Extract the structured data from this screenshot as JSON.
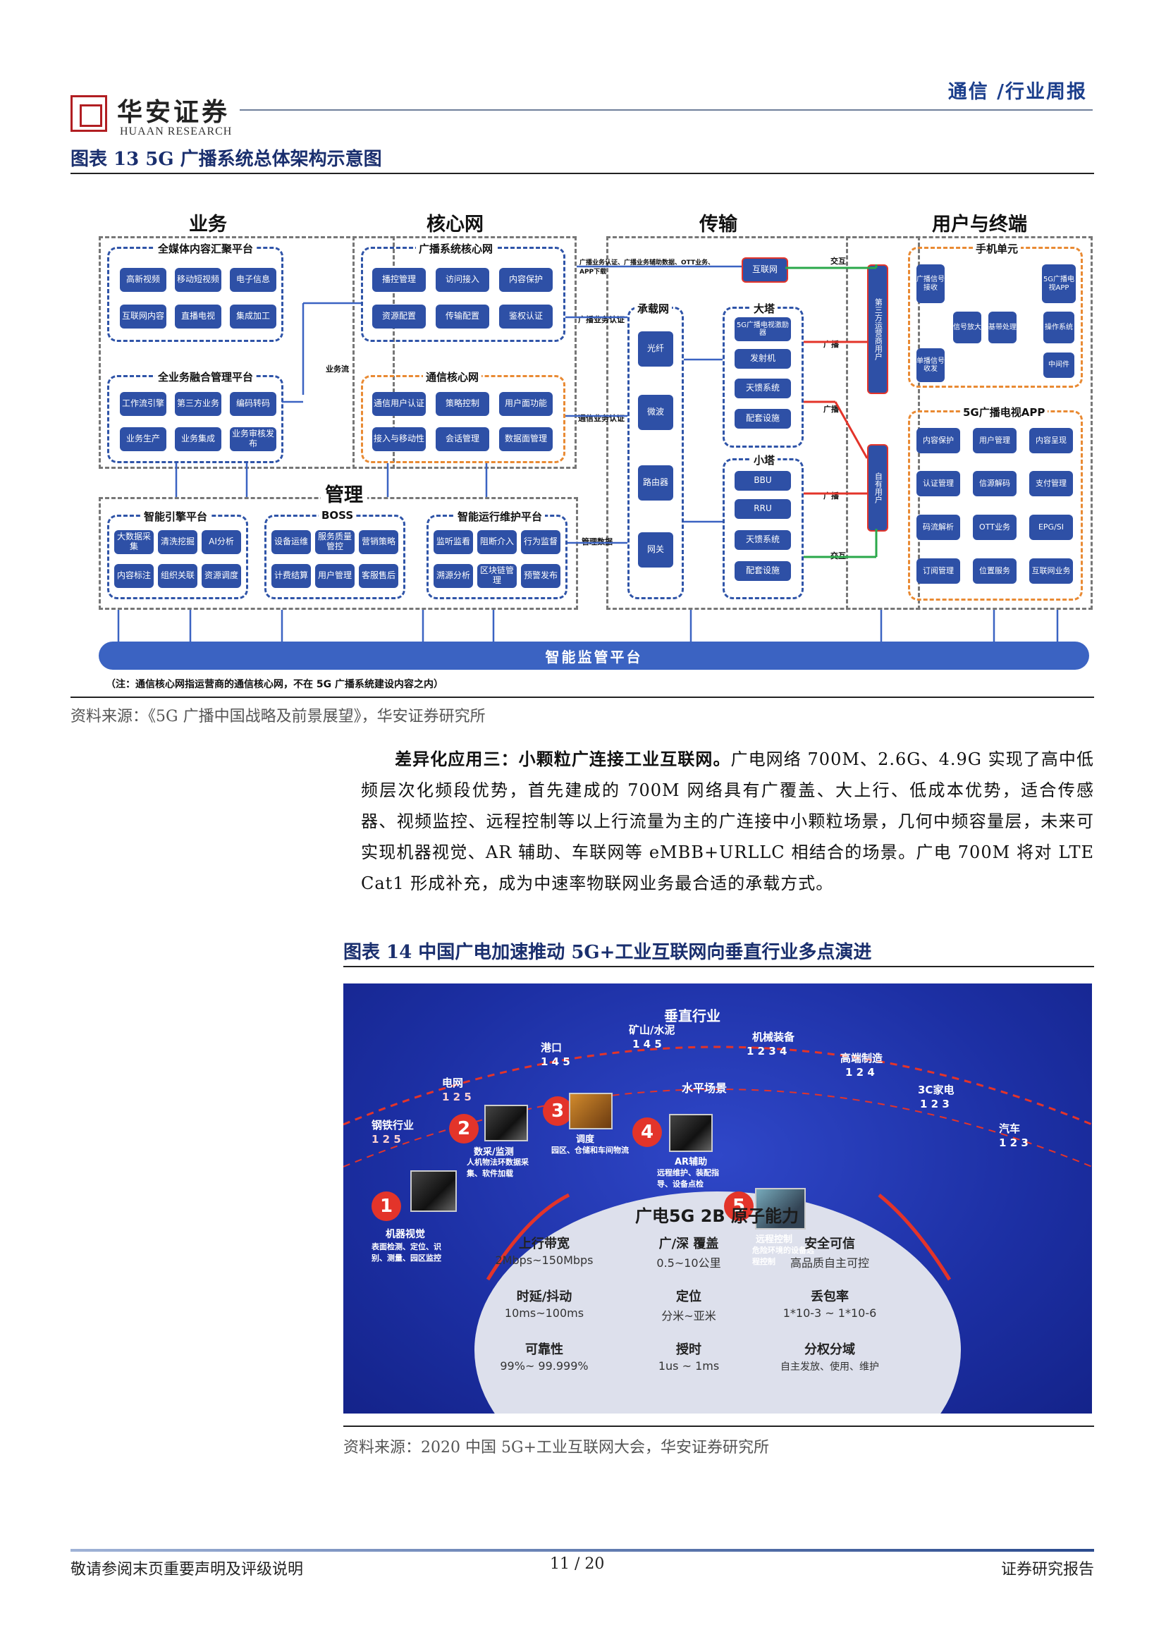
{
  "header": {
    "logo_cn": "华安证券",
    "logo_en": "HUAAN RESEARCH",
    "category": "通信 /行业周报"
  },
  "figure13": {
    "title": "图表 13 5G 广播系统总体架构示意图",
    "sections": [
      "业务",
      "核心网",
      "传输",
      "用户与终端"
    ],
    "mgmt_label": "管理",
    "groups": {
      "media": {
        "title": "全媒体内容汇聚平台",
        "items": [
          "高新视频",
          "移动短视频",
          "电子信息",
          "互联网内容",
          "直播电视",
          "集成加工"
        ]
      },
      "biz": {
        "title": "全业务融合管理平台",
        "items": [
          "工作流引擎",
          "第三方业务",
          "编码转码",
          "业务生产",
          "业务集成",
          "业务审核发布"
        ]
      },
      "bcore": {
        "title": "广播系统核心网",
        "items": [
          "播控管理",
          "访问接入",
          "内容保护",
          "资源配置",
          "传输配置",
          "鉴权认证"
        ]
      },
      "tcore": {
        "title": "通信核心网",
        "items": [
          "通信用户认证",
          "策略控制",
          "用户面功能",
          "接入与移动性",
          "会话管理",
          "数据面管理"
        ]
      },
      "engine": {
        "title": "智能引擎平台",
        "items": [
          "大数据采集",
          "清洗挖掘",
          "AI分析",
          "内容标注",
          "组织关联",
          "资源调度"
        ]
      },
      "boss": {
        "title": "BOSS",
        "items": [
          "设备运维",
          "服务质量管控",
          "营销策略",
          "计费结算",
          "用户管理",
          "客服售后"
        ]
      },
      "ops": {
        "title": "智能运行维护平台",
        "items": [
          "监听监看",
          "阻断介入",
          "行为监督",
          "溯源分析",
          "区块链管理",
          "预警发布"
        ]
      },
      "carrier": {
        "title": "承载网",
        "items": [
          "光纤",
          "微波",
          "路由器",
          "网关"
        ]
      },
      "bigtower": {
        "title": "大塔",
        "items": [
          "5G广播电视激励器",
          "发射机",
          "天馈系统",
          "配套设施"
        ]
      },
      "smalltower": {
        "title": "小塔",
        "items": [
          "BBU",
          "RRU",
          "天馈系统",
          "配套设施"
        ]
      },
      "phone": {
        "title": "手机单元",
        "items": [
          "广播信号接收",
          "5G广播电视APP",
          "信号放大",
          "基带处理",
          "操作系统",
          "单播信号收发",
          "中间件"
        ]
      },
      "app": {
        "title": "5G广播电视APP",
        "items": [
          "内容保护",
          "用户管理",
          "内容呈现",
          "认证管理",
          "信源解码",
          "支付管理",
          "码流解析",
          "OTT业务",
          "EPG/SI",
          "订阅管理",
          "位置服务",
          "互联网业务"
        ]
      }
    },
    "misc_boxes": {
      "internet": "互联网",
      "third_party": "第三方运营商用户",
      "own_user": "自有用户"
    },
    "labels": {
      "top_left": "广播业务认证、广播业务辅助数据、OTT业务、APP下载",
      "bcast_biz": "广播业务认证",
      "comm_biz": "通信业务认证",
      "mgmt_data": "管理数据",
      "biz_data": "业务流",
      "interact": "交互",
      "broadcast": "广播"
    },
    "platform": "智能监管平台",
    "note": "（注：通信核心网指运营商的通信核心网，不在 5G 广播系统建设内容之内）",
    "source": "资料来源：《5G 广播中国战略及前景展望》，华安证券研究所"
  },
  "paragraph": {
    "lead": "差异化应用三：小颗粒广连接工业互联网。",
    "body": "广电网络 700M、2.6G、4.9G 实现了高中低频层次化频段优势，首先建成的 700M 网络具有广覆盖、大上行、低成本优势，适合传感器、视频监控、远程控制等以上行流量为主的广连接中小颗粒场景，几何中频容量层，未来可实现机器视觉、AR 辅助、车联网等 eMBB+URLLC 相结合的场景。广电 700M 将对 LTE Cat1 形成补充，成为中速率物联网业务最合适的承载方式。"
  },
  "figure14": {
    "title": "图表 14  中国广电加速推动 5G+工业互联网向垂直行业多点演进",
    "arc_title": "垂直行业",
    "industries": [
      {
        "name": "钢铁行业",
        "nums": "1 2 5"
      },
      {
        "name": "电网",
        "nums": "1 2 5"
      },
      {
        "name": "港口",
        "nums": "1 4 5"
      },
      {
        "name": "矿山/水泥",
        "nums": "1 4 5"
      },
      {
        "name": "机械装备",
        "nums": "1 2 3 4"
      },
      {
        "name": "高端制造",
        "nums": "1 2 4"
      },
      {
        "name": "3C家电",
        "nums": "1 2 3"
      },
      {
        "name": "汽车",
        "nums": "1 2 3"
      }
    ],
    "scenarios": [
      {
        "num": "1",
        "title": "机器视觉",
        "desc": "表面检测、定位、识别、测量、园区监控"
      },
      {
        "num": "2",
        "title": "数采/监测",
        "desc": "人机物法环数据采集、软件加载"
      },
      {
        "num": "3",
        "title": "调度",
        "desc": "园区、仓储和车间物流"
      },
      {
        "num": "4",
        "title": "AR辅助",
        "desc": "远程维护、装配指导、设备点检"
      },
      {
        "num": "5",
        "title": "远程控制",
        "desc": "危险环境的设备远程控制"
      }
    ],
    "horizontal_label": "水平场景",
    "core_title": "广电5G 2B 原子能力",
    "cells": [
      {
        "h": "上行带宽",
        "v": "2Mbps~150Mbps"
      },
      {
        "h": "广/深 覆盖",
        "v": "0.5~10公里"
      },
      {
        "h": "安全可信",
        "v": "高品质自主可控"
      },
      {
        "h": "时延/抖动",
        "v": "10ms~100ms"
      },
      {
        "h": "定位",
        "v": "分米~亚米"
      },
      {
        "h": "丢包率",
        "v": "1*10-3 ~ 1*10-6"
      },
      {
        "h": "可靠性",
        "v": "99%~ 99.999%"
      },
      {
        "h": "授时",
        "v": "1us ~ 1ms"
      },
      {
        "h": "分权分域",
        "v": "自主发放、使用、维护"
      }
    ],
    "source": "资料来源：2020 中国 5G+工业互联网大会，华安证券研究所"
  },
  "footer": {
    "left": "敬请参阅末页重要声明及评级说明",
    "page": "11 / 20",
    "right": "证券研究报告"
  }
}
